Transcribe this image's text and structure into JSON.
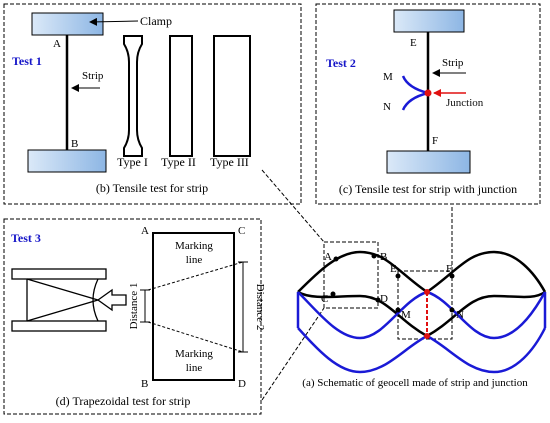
{
  "panels": {
    "tensile": {
      "test_label": "Test 1",
      "caption": "(b) Tensile test for strip",
      "clamp_label": "Clamp",
      "strip_label": "Strip",
      "point_a": "A",
      "point_b": "B",
      "type_1": "Type I",
      "type_2": "Type II",
      "type_3": "Type III"
    },
    "junction": {
      "test_label": "Test 2",
      "caption": "(c) Tensile test for strip with junction",
      "strip_label": "Strip",
      "junction_label": "Junction",
      "point_e": "E",
      "point_f": "F",
      "point_m": "M",
      "point_n": "N"
    },
    "trapezoidal": {
      "test_label": "Test 3",
      "caption": "(d) Trapezoidal test for strip",
      "marking_line_top_1": "Marking",
      "marking_line_top_2": "line",
      "marking_line_bottom_1": "Marking",
      "marking_line_bottom_2": "line",
      "distance_1": "Distance 1",
      "distance_2": "Distance 2",
      "corner_a": "A",
      "corner_b": "B",
      "corner_c": "C",
      "corner_d": "D"
    },
    "geocell": {
      "caption": "(a) Schematic of geocell made of strip and junction",
      "point_a": "A",
      "point_b": "B",
      "point_c": "C",
      "point_d": "D",
      "point_e": "E",
      "point_f": "F",
      "point_m": "M",
      "point_n": "N"
    }
  },
  "colors": {
    "strip_black": "#000000",
    "strip_blue": "#1a1ad6",
    "junction_red": "#e01010",
    "clamp_light": "#dbe9f8",
    "clamp_dark": "#8db6e4",
    "label_blue": "#1515c8"
  }
}
